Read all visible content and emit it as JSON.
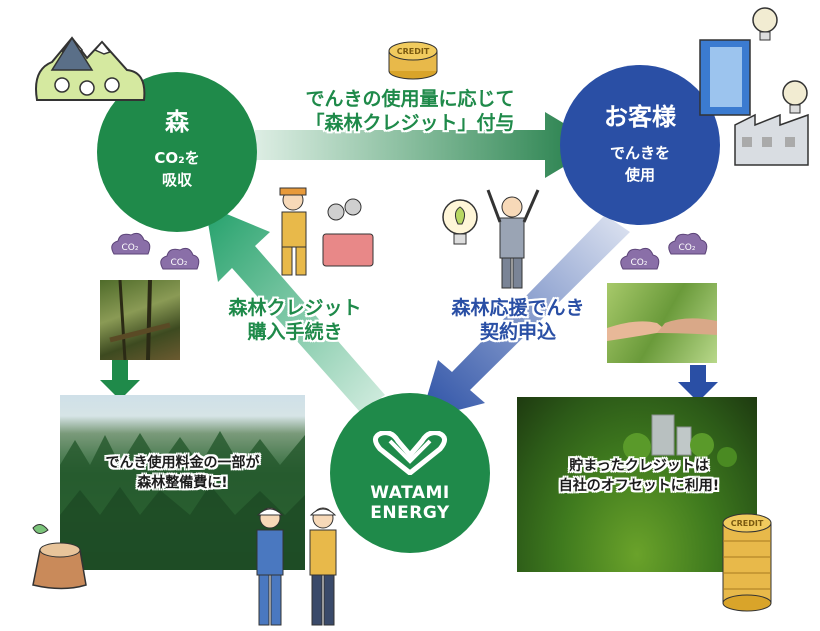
{
  "forest": {
    "title": "森",
    "sub_line1": "CO₂を",
    "sub_line2": "吸収"
  },
  "customer": {
    "title": "お客様",
    "sub_line1": "でんきを",
    "sub_line2": "使用"
  },
  "watami": {
    "line1": "WATAMI",
    "line2": "ENERGY"
  },
  "top_flow": {
    "line1": "でんきの使用量に応じて",
    "line2": "「森林クレジット」付与"
  },
  "credit_purchase": {
    "line1": "森林クレジット",
    "line2": "購入手続き"
  },
  "contract": {
    "line1": "森林応援でんき",
    "line2": "契約申込"
  },
  "forest_photo_caption": {
    "line1": "でんき使用料金の一部が",
    "line2": "森林整備費に!"
  },
  "city_photo_caption": {
    "line1": "貯まったクレジットは",
    "line2": "自社のオフセットに利用!"
  },
  "co2_label": "CO₂",
  "credit_coin_label": "CREDIT",
  "colors": {
    "green": "#1f8a4a",
    "blue": "#2a4fa5",
    "co2_purple": "#8a6fa8"
  }
}
